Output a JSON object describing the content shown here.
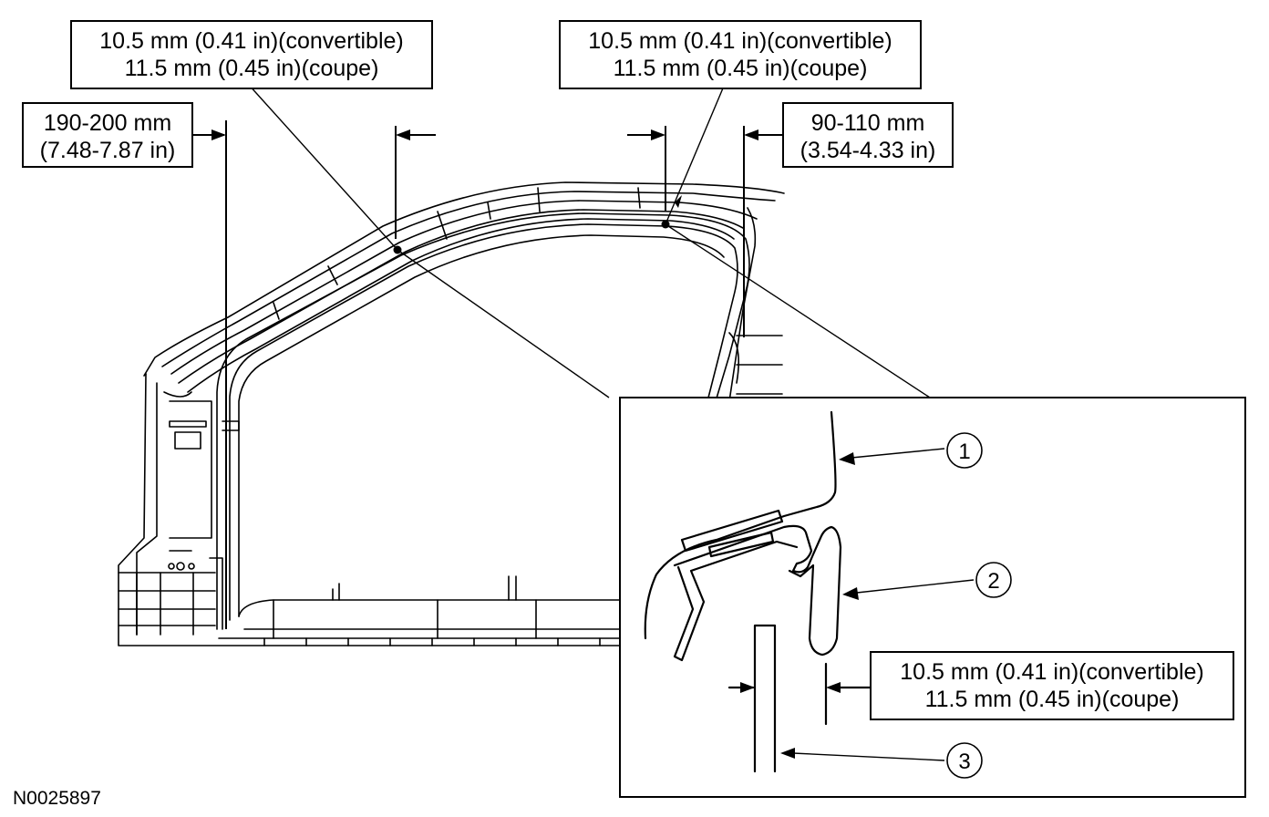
{
  "callouts": {
    "top_left": {
      "line1": "10.5 mm (0.41 in)(convertible)",
      "line2": "11.5 mm (0.45 in)(coupe)"
    },
    "top_right": {
      "line1": "10.5 mm (0.41 in)(convertible)",
      "line2": "11.5 mm (0.45 in)(coupe)"
    },
    "front_dim": {
      "line1": "190-200 mm",
      "line2": "(7.48-7.87 in)"
    },
    "rear_dim": {
      "line1": "90-110 mm",
      "line2": "(3.54-4.33 in)"
    },
    "detail_dim": {
      "line1": "10.5 mm (0.41 in)(convertible)",
      "line2": "11.5 mm (0.45 in)(coupe)"
    }
  },
  "detail_items": [
    "1",
    "2",
    "3"
  ],
  "figure_id": "N0025897"
}
